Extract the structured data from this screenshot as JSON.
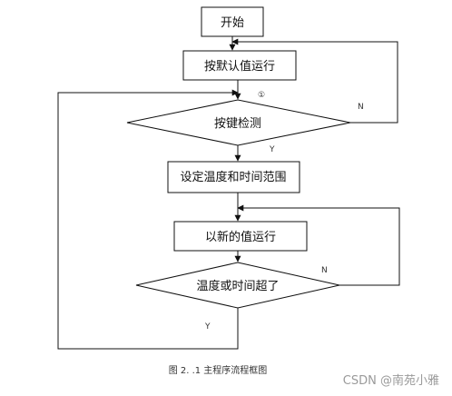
{
  "flowchart": {
    "start": "开始",
    "run_default": "按默认值运行",
    "key_detect": "按键检测",
    "set_range": "设定温度和时间范围",
    "run_new": "以新的值运行",
    "timeout_check": "温度或时间超了",
    "marker": "①",
    "n_label_top": "N",
    "y_label_top": "Y",
    "n_label_bottom": "N",
    "y_label_bottom": "Y"
  },
  "caption": "图 2. .1 主程序流程框图",
  "watermark": "CSDN @南苑小雅"
}
